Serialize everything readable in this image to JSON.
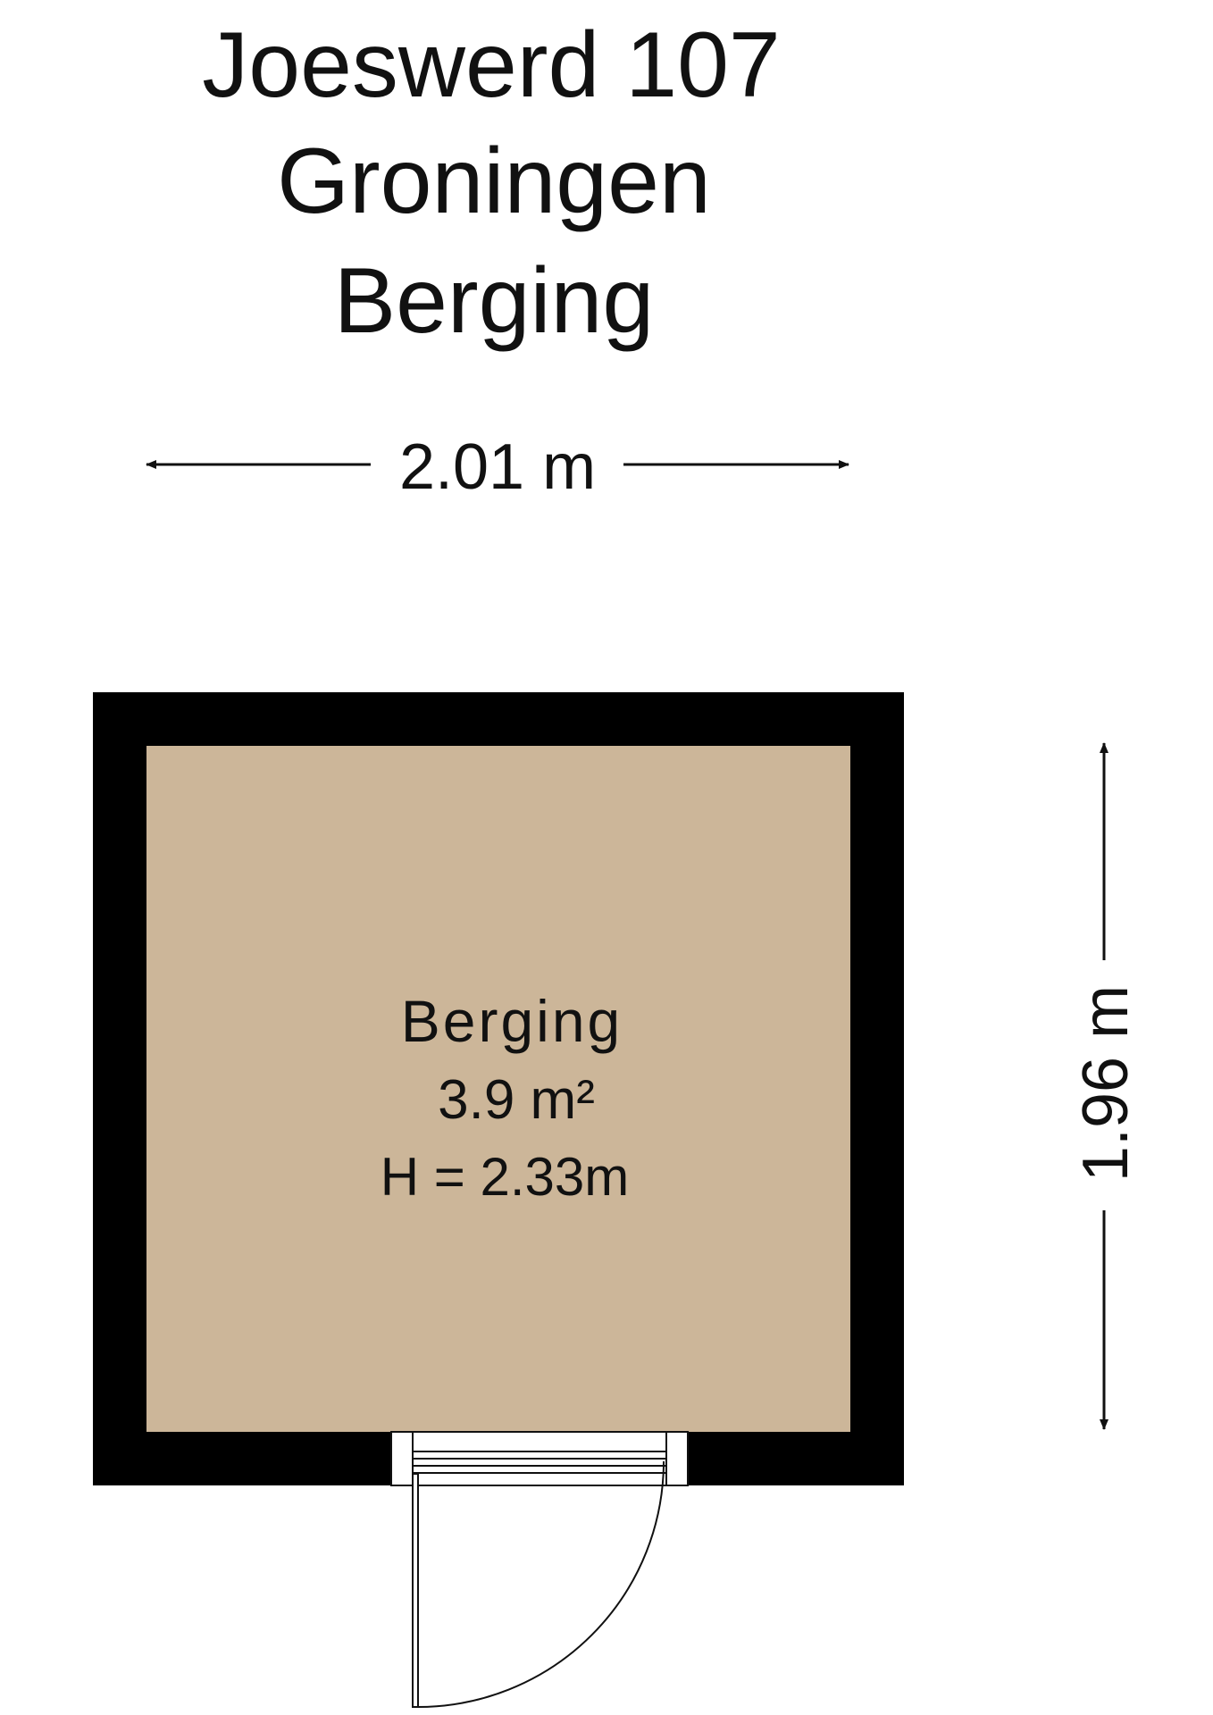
{
  "header": {
    "address": "Joeswerd 107",
    "city": "Groningen",
    "floor_name": "Berging"
  },
  "dimensions": {
    "width_label": "2.01 m",
    "height_label": "1.96 m"
  },
  "room": {
    "name": "Berging",
    "area": "3.9 m²",
    "ceiling_height": "H = 2.33m"
  },
  "colors": {
    "wall": "#000000",
    "floor": "#ccb699",
    "background": "#ffffff",
    "line": "#111111"
  }
}
